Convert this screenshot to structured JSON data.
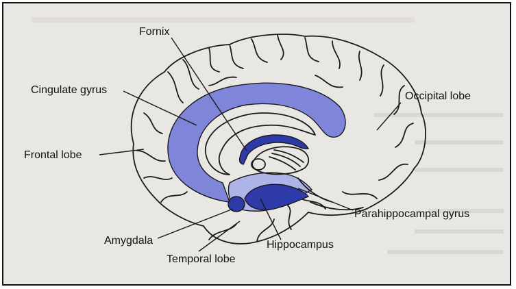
{
  "diagram": {
    "labels": {
      "fornix": "Fornix",
      "cingulate_gyrus": "Cingulate gyrus",
      "occipital_lobe": "Occipital lobe",
      "frontal_lobe": "Frontal lobe",
      "parahippocampal_gyrus": "Parahippocampal gyrus",
      "amygdala": "Amygdala",
      "hippocampus": "Hippocampus",
      "temporal_lobe": "Temporal lobe"
    }
  },
  "colors": {
    "limbic_light": "#7f86d9",
    "limbic_dark": "#2d3aa8",
    "limbic_pale": "#aeb4e8",
    "background": "#e9e7e4",
    "outline": "#1a1a1a"
  }
}
